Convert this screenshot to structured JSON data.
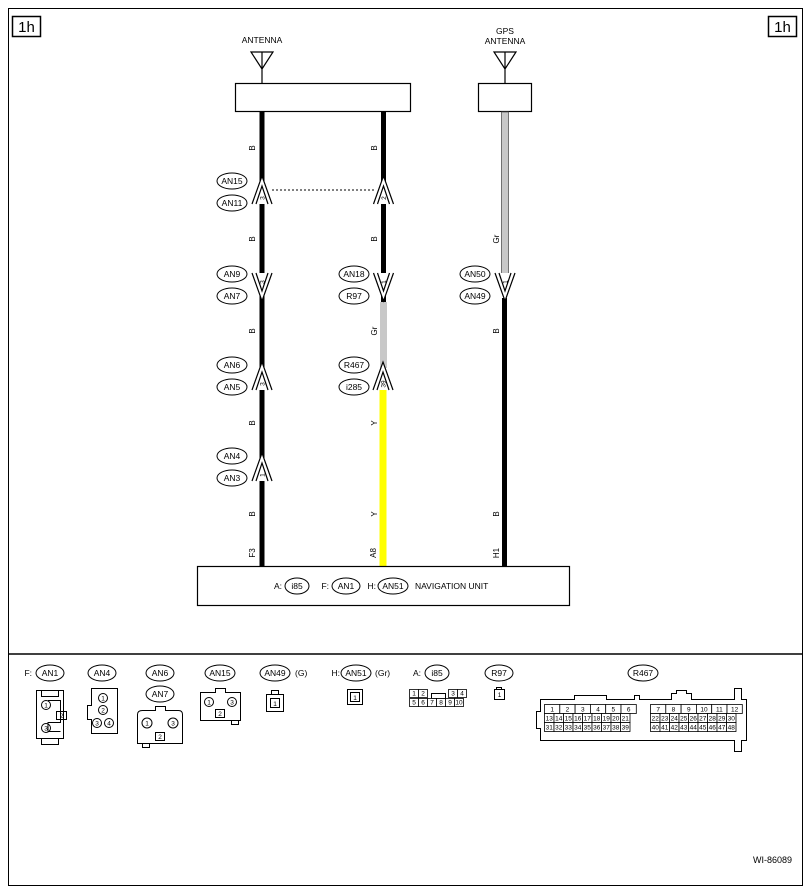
{
  "page": {
    "corner_left": "1h",
    "corner_right": "1h",
    "footer_code": "WI-86089"
  },
  "diagram": {
    "antenna_label": "ANTENNA",
    "gps_antenna_label_1": "GPS",
    "gps_antenna_label_2": "ANTENNA",
    "navigation_unit": {
      "prefix_a": "A:",
      "conn_a": "i85",
      "prefix_f": "F:",
      "conn_f": "AN1",
      "prefix_h": "H:",
      "conn_h": "AN51",
      "label": "NAVIGATION UNIT",
      "pin_f": "F3",
      "pin_a": "A8",
      "pin_h": "H1"
    },
    "wires": {
      "left_1": "B",
      "left_2": "B",
      "left_3": "B",
      "left_4": "B",
      "left_5": "B",
      "mid_1": "B",
      "mid_2": "B",
      "mid_3": "Gr",
      "mid_4": "Y",
      "mid_5": "Y",
      "right_1": "Gr",
      "right_2": "B",
      "right_3": "B"
    },
    "connectors": {
      "an15": "AN15",
      "an11": "AN11",
      "an9": "AN9",
      "an7": "AN7",
      "an6": "AN6",
      "an5": "AN5",
      "an4": "AN4",
      "an3": "AN3",
      "an18": "AN18",
      "r97": "R97",
      "r467": "R467",
      "i285": "i285",
      "an50": "AN50",
      "an49": "AN49"
    },
    "pins": {
      "an15": "3",
      "an9": "3",
      "an6": "3",
      "an4": "1",
      "mid_an15": "2",
      "an18": "1",
      "r467": "39",
      "an50": "1"
    },
    "colors": {
      "black": "#000000",
      "gray": "#c8c8c8",
      "yellow": "#ffff00"
    }
  },
  "legend": {
    "an1": {
      "prefix": "F:",
      "name": "AN1",
      "pins": [
        "1",
        "2",
        "3"
      ]
    },
    "an4": {
      "name": "AN4",
      "pins": [
        "1",
        "2",
        "3",
        "4"
      ]
    },
    "an6": {
      "name": "AN6",
      "name2": "AN7",
      "pins": [
        "1",
        "2",
        "3"
      ]
    },
    "an15": {
      "name": "AN15",
      "pins": [
        "1",
        "2",
        "3"
      ]
    },
    "an49": {
      "name": "AN49",
      "suffix": "(G)",
      "pins": [
        "1"
      ]
    },
    "an51": {
      "prefix": "H:",
      "name": "AN51",
      "suffix": "(Gr)",
      "pins": [
        "1"
      ]
    },
    "i85": {
      "prefix": "A:",
      "name": "i85",
      "pins_top": [
        "1",
        "2",
        "3",
        "4"
      ],
      "pins_bottom": [
        "5",
        "6",
        "7",
        "8",
        "9",
        "10"
      ]
    },
    "r97": {
      "name": "R97",
      "pins": [
        "1"
      ]
    },
    "r467": {
      "name": "R467",
      "left_rows": [
        [
          "1",
          "2",
          "3",
          "4",
          "5",
          "6"
        ],
        [
          "13",
          "14",
          "15",
          "16",
          "17",
          "18",
          "19",
          "20",
          "21"
        ],
        [
          "31",
          "32",
          "33",
          "34",
          "35",
          "36",
          "37",
          "38",
          "39"
        ]
      ],
      "right_rows": [
        [
          "7",
          "8",
          "9",
          "10",
          "11",
          "12"
        ],
        [
          "22",
          "23",
          "24",
          "25",
          "26",
          "27",
          "28",
          "29",
          "30"
        ],
        [
          "40",
          "41",
          "42",
          "43",
          "44",
          "45",
          "46",
          "47",
          "48"
        ]
      ]
    }
  }
}
